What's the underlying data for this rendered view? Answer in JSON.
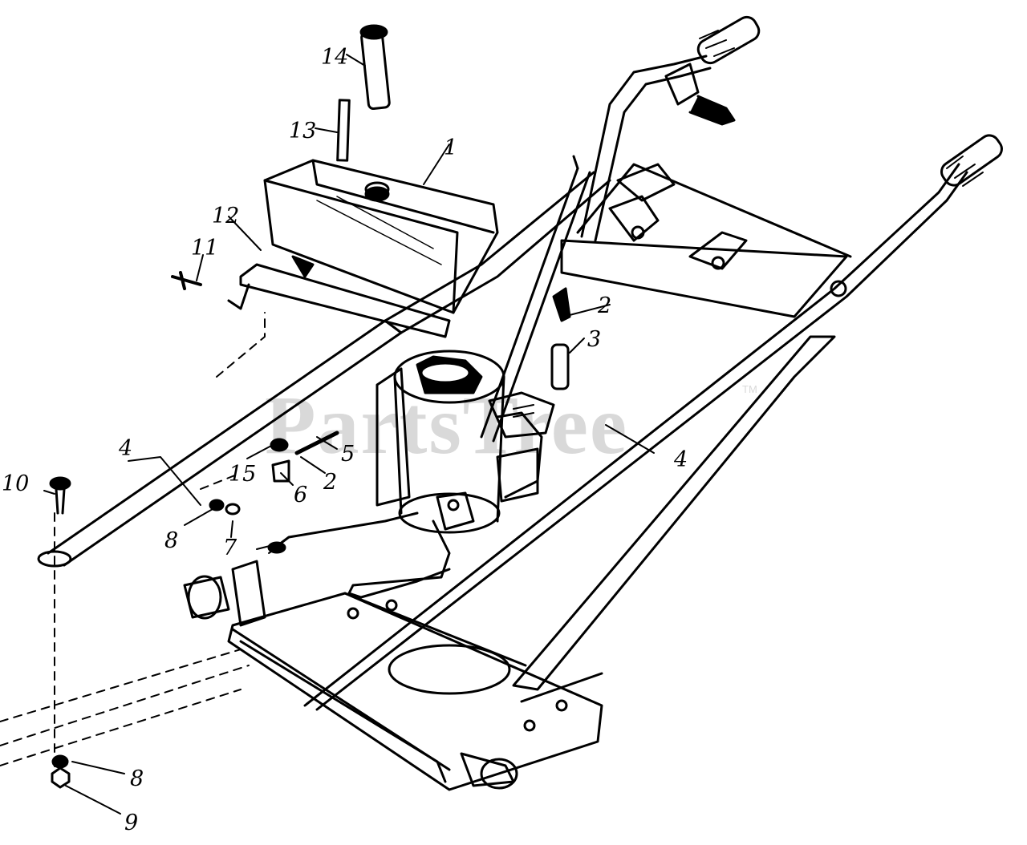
{
  "watermark": {
    "text": "PartsTree",
    "trademark": "TM"
  },
  "callouts": [
    "1",
    "2",
    "3",
    "4",
    "5",
    "6",
    "7",
    "8",
    "9",
    "10",
    "11",
    "12",
    "13",
    "14",
    "15"
  ],
  "labels": [
    {
      "id": "label-14",
      "text": "14"
    },
    {
      "id": "label-13",
      "text": "13"
    },
    {
      "id": "label-1",
      "text": "1"
    },
    {
      "id": "label-12",
      "text": "12"
    },
    {
      "id": "label-11",
      "text": "11"
    },
    {
      "id": "label-2-top",
      "text": "2"
    },
    {
      "id": "label-3",
      "text": "3"
    },
    {
      "id": "label-4-left",
      "text": "4"
    },
    {
      "id": "label-4-right",
      "text": "4"
    },
    {
      "id": "label-5",
      "text": "5"
    },
    {
      "id": "label-15",
      "text": "15"
    },
    {
      "id": "label-2-low",
      "text": "2"
    },
    {
      "id": "label-6",
      "text": "6"
    },
    {
      "id": "label-10",
      "text": "10"
    },
    {
      "id": "label-8-top",
      "text": "8"
    },
    {
      "id": "label-7",
      "text": "7"
    },
    {
      "id": "label-8-bottom",
      "text": "8"
    },
    {
      "id": "label-9",
      "text": "9"
    }
  ]
}
